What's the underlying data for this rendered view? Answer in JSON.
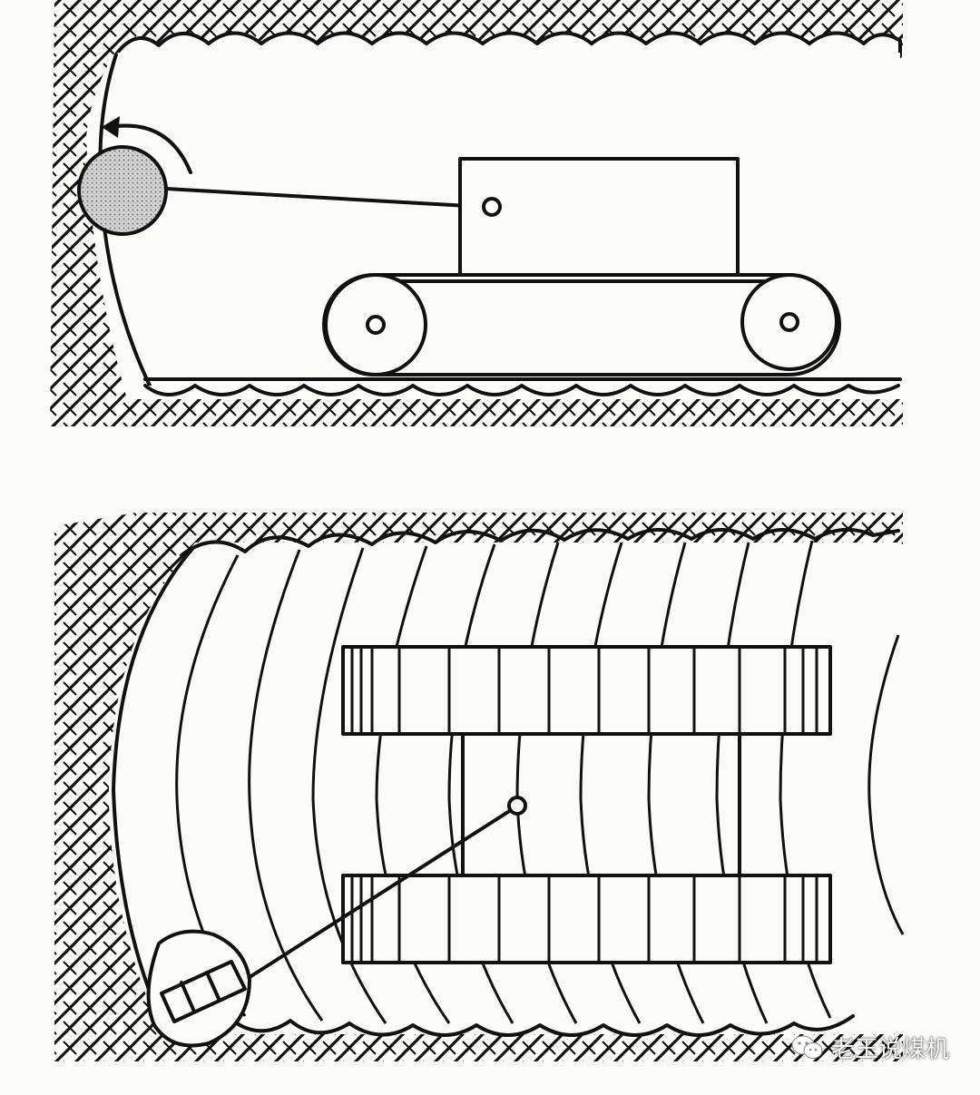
{
  "figure": {
    "panels": [
      {
        "id": "side-view",
        "description_kind": "tunnel side view"
      },
      {
        "id": "plan-view",
        "description_kind": "tunnel plan view"
      }
    ]
  },
  "watermark": {
    "icon": "wechat-icon",
    "text": "老王说煤机"
  },
  "colors": {
    "ink": "#111111",
    "paper": "#fbfbf9",
    "drum_fill": "#cfcfcf"
  }
}
